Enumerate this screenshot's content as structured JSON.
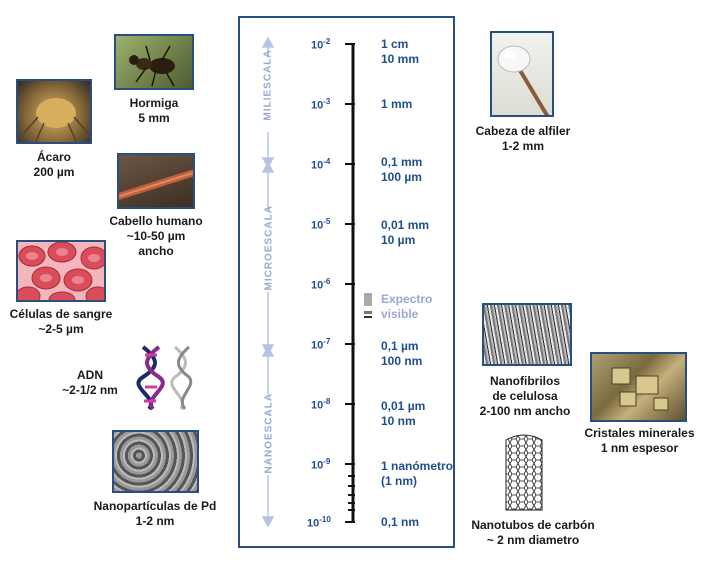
{
  "scale_labels": [
    "MILIESCALA",
    "MICROESCALA",
    "NANOESCALA"
  ],
  "exponents": [
    "-2",
    "-3",
    "-4",
    "-5",
    "-6",
    "-7",
    "-8",
    "-9",
    "-10"
  ],
  "exponent_base": "10",
  "sizes": [
    [
      "1 cm",
      "10 mm"
    ],
    [
      "1 mm"
    ],
    [
      "0,1 mm",
      "100 µm"
    ],
    [
      "0,01 mm",
      "10 µm"
    ],
    [
      "0,1 µm",
      "100 nm"
    ],
    [
      "0,01 µm",
      "10 nm"
    ],
    [
      "1 nanómetro",
      "(1 nm)"
    ],
    [
      "0,1 nm"
    ]
  ],
  "spectrum": [
    "Expectro",
    "visible"
  ],
  "objects": {
    "hormiga": [
      "Hormiga",
      "5 mm"
    ],
    "acaro": [
      "Ácaro",
      "200 µm"
    ],
    "cabello": [
      "Cabello humano",
      "~10-50 µm",
      "ancho"
    ],
    "celulas": [
      "Células de sangre",
      "~2-5 µm"
    ],
    "adn": [
      "ADN",
      "~2-1/2 nm"
    ],
    "nanoparticulas": [
      "Nanopartículas de Pd",
      "1-2 nm"
    ],
    "alfiler": [
      "Cabeza de alfiler",
      "1-2 mm"
    ],
    "nanofibrilos": [
      "Nanofibrilos",
      "de celulosa",
      "2-100 nm ancho"
    ],
    "cristales": [
      "Cristales minerales",
      "1 nm espesor"
    ],
    "nanotubos": [
      "Nanotubos de carbón",
      "~ 2 nm diametro"
    ]
  }
}
